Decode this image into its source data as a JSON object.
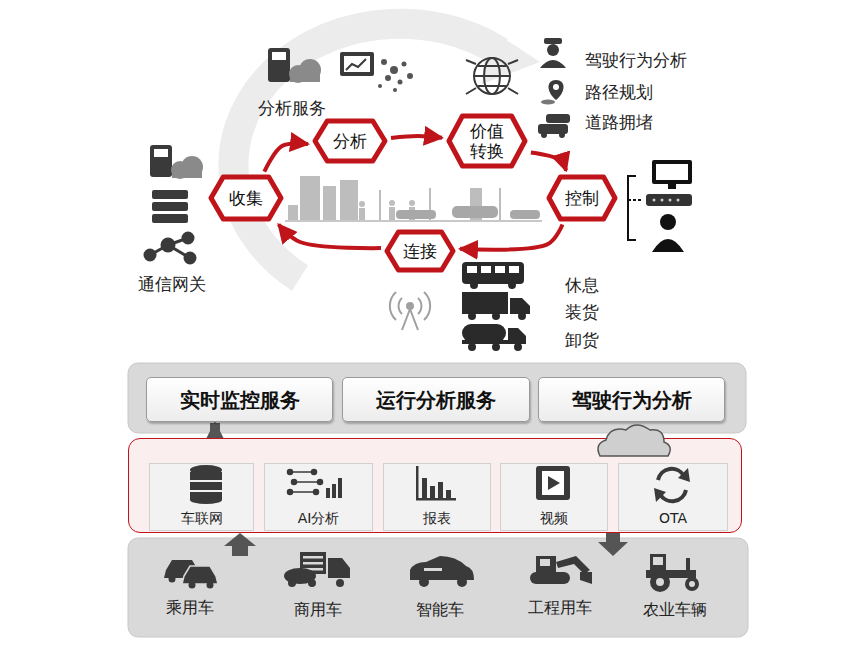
{
  "diagram": {
    "nodes": [
      {
        "text": [
          "收集"
        ]
      },
      {
        "text": [
          "分析"
        ]
      },
      {
        "text": [
          "价值转换"
        ]
      },
      {
        "text": [
          "控制"
        ]
      },
      {
        "text": [
          "连接"
        ]
      },
      {
        "text": [
          "实时监控服务"
        ]
      },
      {
        "text": [
          "运行分析服务"
        ]
      },
      {
        "text": [
          "驾驶行为分析"
        ]
      },
      {
        "text": [
          "车联网"
        ]
      },
      {
        "text": [
          "BigData"
        ],
        "in": 8
      },
      {
        "text": [
          "AI分析"
        ],
        "in": 8
      },
      {
        "text": [
          "报表"
        ],
        "in": 8
      },
      {
        "text": [
          "视频"
        ],
        "in": 8
      },
      {
        "text": [
          "OTA"
        ],
        "in": 8
      }
    ],
    "edges": [
      {
        "from": 0,
        "to": 1,
        "arrow": "to"
      },
      {
        "from": 1,
        "to": 2,
        "arrow": "to"
      },
      {
        "from": 2,
        "to": 3,
        "arrow": "to"
      },
      {
        "from": 3,
        "to": 4,
        "arrow": "to"
      },
      {
        "from": 4,
        "to": 0,
        "arrow": "to"
      },
      {
        "from": 8,
        "to": 5,
        "arrow": "to"
      }
    ],
    "labels": [
      "分析服务",
      "通信网关",
      "驾驶行为分析",
      "路径规划",
      "道路拥堵",
      "休息",
      "装货",
      "卸货",
      "乘用车",
      "商用车",
      "智能车",
      "工程用车",
      "农业车辆"
    ]
  }
}
